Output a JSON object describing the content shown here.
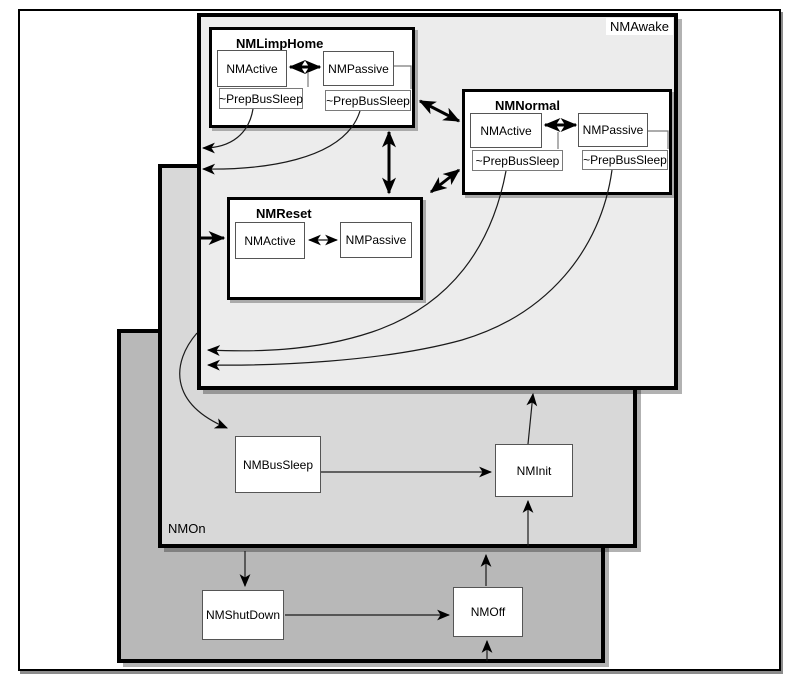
{
  "layers": {
    "awake": {
      "label": "NMAwake"
    },
    "on": {
      "label": "NMOn"
    }
  },
  "composites": {
    "limphome": {
      "title": "NMLimpHome",
      "active": "NMActive",
      "passive": "NMPassive",
      "prep_active": "~PrepBusSleep",
      "prep_passive": "~PrepBusSleep"
    },
    "normal": {
      "title": "NMNormal",
      "active": "NMActive",
      "passive": "NMPassive",
      "prep_active": "~PrepBusSleep",
      "prep_passive": "~PrepBusSleep"
    },
    "reset": {
      "title": "NMReset",
      "active": "NMActive",
      "passive": "NMPassive"
    }
  },
  "states": {
    "bussleep": "NMBusSleep",
    "init": "NMInit",
    "shutdown": "NMShutDown",
    "off": "NMOff"
  },
  "colors": {
    "awake_fill": "#ececec",
    "on_fill": "#d8d8d8",
    "off_layer_fill": "#b8b8b8",
    "state_fill": "#ffffff",
    "border": "#000000"
  }
}
